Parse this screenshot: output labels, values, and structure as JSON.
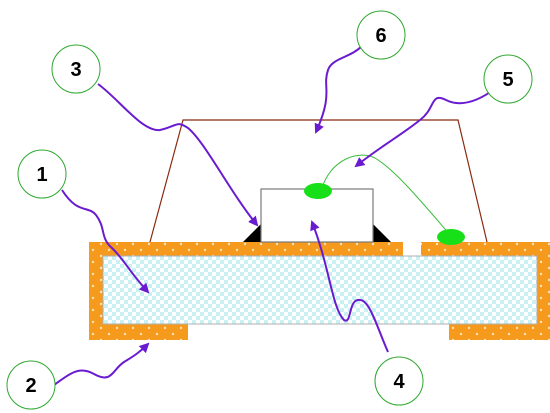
{
  "callouts": [
    {
      "label": "1"
    },
    {
      "label": "2"
    },
    {
      "label": "3"
    },
    {
      "label": "4"
    },
    {
      "label": "5"
    },
    {
      "label": "6"
    }
  ],
  "colors": {
    "pad_fill": "#f59a1c",
    "pad_dots": "#ffe3b8",
    "substrate_check": "#c9f1f4",
    "leader_arrow": "#6a1bcf",
    "callout_circle_stroke": "#2ea82e",
    "lens_outline": "#8b2a10",
    "wire_bond": "#3cbc3c",
    "bond_dot": "#18e018"
  }
}
